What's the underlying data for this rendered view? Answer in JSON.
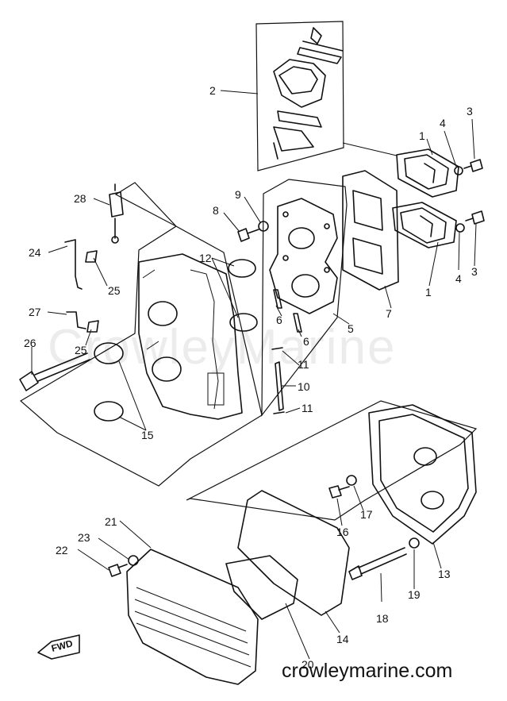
{
  "watermark": "CrowleyMarine",
  "site_url": "crowleymarine.com",
  "fwd_label": "FWD",
  "callouts": {
    "c1": "1",
    "c1b": "1",
    "c2": "2",
    "c3": "3",
    "c3b": "3",
    "c4": "4",
    "c4b": "4",
    "c5": "5",
    "c6": "6",
    "c6b": "6",
    "c7": "7",
    "c8": "8",
    "c9": "9",
    "c10": "10",
    "c11": "11",
    "c11b": "11",
    "c12": "12",
    "c13": "13",
    "c14": "14",
    "c15": "15",
    "c16": "16",
    "c17": "17",
    "c18": "18",
    "c19": "19",
    "c20": "20",
    "c21": "21",
    "c22": "22",
    "c23": "23",
    "c24": "24",
    "c25": "25",
    "c25b": "25",
    "c26": "26",
    "c27": "27",
    "c28": "28"
  }
}
